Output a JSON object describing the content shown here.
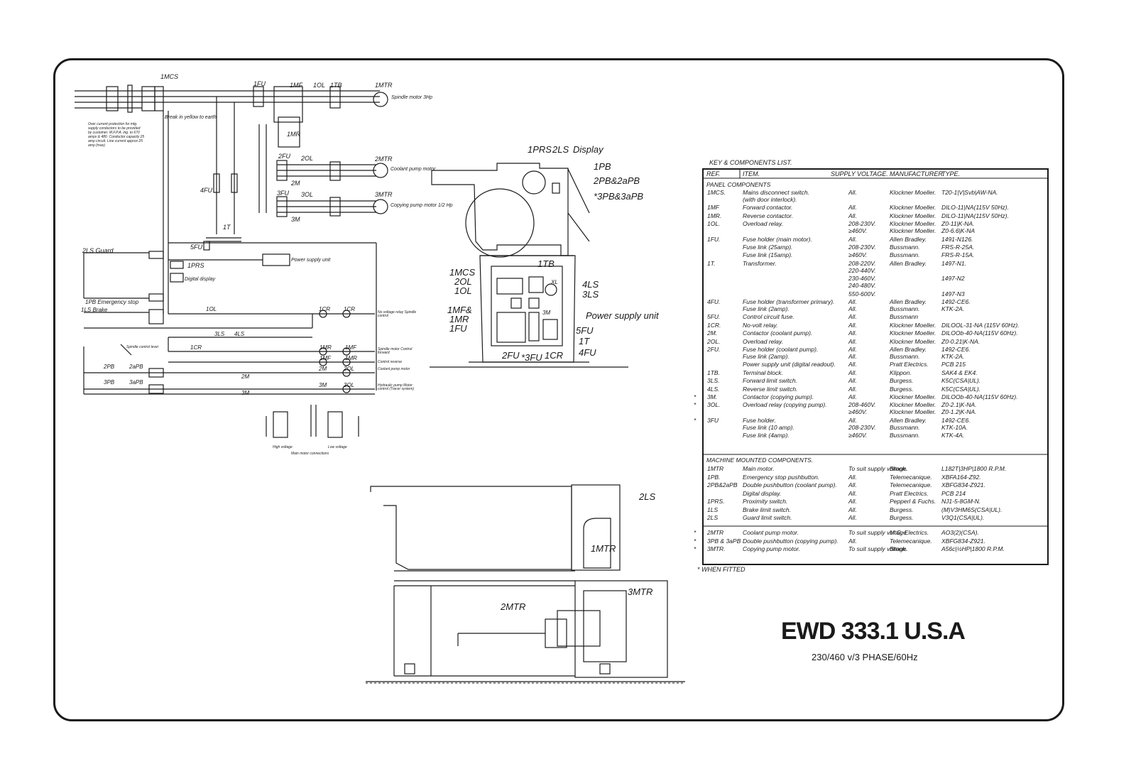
{
  "title_block": {
    "model": "EWD 333.1 U.S.A",
    "spec": "230/460 v/3 PHASE/60Hz"
  },
  "components_list": {
    "title": "KEY & COMPONENTS LIST.",
    "headers": [
      "REF.",
      "ITEM.",
      "SUPPLY VOLTAGE.",
      "MANUFACTURER.",
      "TYPE."
    ],
    "panel_heading": "PANEL COMPONENTS",
    "panel_rows": [
      {
        "star": "",
        "ref": "1MCS.",
        "item": "Mains disconnect switch.",
        "item2": "(with door interlock).",
        "volt": "All.",
        "volt2": "",
        "mfr": "Klockner Moeller.",
        "mfr2": "",
        "type": "T20-1|V|Svb|AW-NA.",
        "type2": ""
      },
      {
        "star": "",
        "ref": "1MF",
        "item": "Forward contactor.",
        "item2": "",
        "volt": "All.",
        "volt2": "",
        "mfr": "Klockner Moeller.",
        "mfr2": "",
        "type": "DILO-11|NA(115V 50Hz).",
        "type2": ""
      },
      {
        "star": "",
        "ref": "1MR.",
        "item": "Reverse contactor.",
        "item2": "",
        "volt": "All.",
        "volt2": "",
        "mfr": "Klockner Moeller.",
        "mfr2": "",
        "type": "DILO-11|NA(115V 50Hz).",
        "type2": ""
      },
      {
        "star": "",
        "ref": "1OL.",
        "item": "Overload relay.",
        "item2": "",
        "volt": "208-230V.",
        "volt2": "≥460V.",
        "mfr": "Klockner Moeller.",
        "mfr2": "Klockner Moeller.",
        "type": "Z0-11|K-NA.",
        "type2": "Z0-6.6|K-NA"
      },
      {
        "star": "",
        "ref": "1FU.",
        "item": "Fuse holder (main motor).",
        "item2": "",
        "volt": "All.",
        "volt2": "",
        "mfr": "Allen Bradley.",
        "mfr2": "",
        "type": "1491-N126.",
        "type2": ""
      },
      {
        "star": "",
        "ref": "",
        "item": "Fuse link (25amp).",
        "item2": "",
        "volt": "208-230V.",
        "volt2": "",
        "mfr": "Bussmann.",
        "mfr2": "",
        "type": "FRS-R-25A.",
        "type2": ""
      },
      {
        "star": "",
        "ref": "",
        "item": "Fuse link (15amp).",
        "item2": "",
        "volt": "≥460V.",
        "volt2": "",
        "mfr": "Bussmann.",
        "mfr2": "",
        "type": "FRS-R-15A.",
        "type2": ""
      },
      {
        "star": "",
        "ref": "1T.",
        "item": "Transformer.",
        "item2": "",
        "volt": "208-220V.",
        "volt2": "220-440V.",
        "mfr": "Allen Bradley.",
        "mfr2": "",
        "type": "1497-N1.",
        "type2": ""
      },
      {
        "star": "",
        "ref": "",
        "item": "",
        "item2": "",
        "volt": "230-460V.",
        "volt2": "240-480V.",
        "mfr": "",
        "mfr2": "",
        "type": "1497-N2",
        "type2": ""
      },
      {
        "star": "",
        "ref": "",
        "item": "",
        "item2": "",
        "volt": "550-600V.",
        "volt2": "",
        "mfr": "",
        "mfr2": "",
        "type": "1497-N3",
        "type2": ""
      },
      {
        "star": "",
        "ref": "4FU.",
        "item": "Fuse holder (transformer primary).",
        "item2": "Fuse link (2amp).",
        "volt": "All.",
        "volt2": "All.",
        "mfr": "Allen Bradley.",
        "mfr2": "Bussmann.",
        "type": "1492-CE6.",
        "type2": "KTK-2A."
      },
      {
        "star": "",
        "ref": "5FU.",
        "item": "Control circuit fuse.",
        "item2": "",
        "volt": "All.",
        "volt2": "",
        "mfr": "Bussmann",
        "mfr2": "",
        "type": "",
        "type2": ""
      },
      {
        "star": "",
        "ref": "1CR.",
        "item": "No-volt relay.",
        "item2": "",
        "volt": "All.",
        "volt2": "",
        "mfr": "Klockner Moeller.",
        "mfr2": "",
        "type": "DILOOL-31-NA (115V 60Hz).",
        "type2": ""
      },
      {
        "star": "",
        "ref": "2M.",
        "item": "Contactor (coolant pump).",
        "item2": "",
        "volt": "All.",
        "volt2": "",
        "mfr": "Klockner Moeller.",
        "mfr2": "",
        "type": "DILOOb-40-NA(115V 60Hz).",
        "type2": ""
      },
      {
        "star": "",
        "ref": "2OL.",
        "item": "Overload relay.",
        "item2": "",
        "volt": "All.",
        "volt2": "",
        "mfr": "Klockner Moeller.",
        "mfr2": "",
        "type": "Z0-0.21|K-NA.",
        "type2": ""
      },
      {
        "star": "",
        "ref": "2FU.",
        "item": "Fuse holder (coolant pump).",
        "item2": "Fuse link (2amp).",
        "volt": "All.",
        "volt2": "All.",
        "mfr": "Allen Bradley.",
        "mfr2": "Bussmann.",
        "type": "1492-CE6.",
        "type2": "KTK-2A."
      },
      {
        "star": "",
        "ref": "",
        "item": "Power supply unit (digital readout).",
        "item2": "",
        "volt": "All.",
        "volt2": "",
        "mfr": "Pratt Electrics.",
        "mfr2": "",
        "type": "PCB 215",
        "type2": ""
      },
      {
        "star": "",
        "ref": "1TB.",
        "item": "Terminal block.",
        "item2": "",
        "volt": "All.",
        "volt2": "",
        "mfr": "Klippon.",
        "mfr2": "",
        "type": "SAK4 & EK4.",
        "type2": ""
      },
      {
        "star": "",
        "ref": "3LS.",
        "item": "Forward limit switch.",
        "item2": "",
        "volt": "All.",
        "volt2": "",
        "mfr": "Burgess.",
        "mfr2": "",
        "type": "K5C(CSA|UL).",
        "type2": ""
      },
      {
        "star": "",
        "ref": "4LS.",
        "item": "Reverse limit switch.",
        "item2": "",
        "volt": "All.",
        "volt2": "",
        "mfr": "Burgess.",
        "mfr2": "",
        "type": "K5C(CSA|UL).",
        "type2": ""
      },
      {
        "star": "*",
        "ref": "3M.",
        "item": "Contactor (copying pump).",
        "item2": "",
        "volt": "All.",
        "volt2": "",
        "mfr": "Klockner Moeller.",
        "mfr2": "",
        "type": "DILOOb-40-NA(115V 60Hz).",
        "type2": ""
      },
      {
        "star": "*",
        "ref": "3OL.",
        "item": "Overload relay (copying pump).",
        "item2": "",
        "volt": "208-460V.",
        "volt2": "≥460V.",
        "mfr": "Klockner Moeller.",
        "mfr2": "Klockner Moeller.",
        "type": "Z0-2.1|K-NA.",
        "type2": "Z0-1.2|K-NA."
      },
      {
        "star": "*",
        "ref": "3FU",
        "item": "Fuse holder.",
        "item2": "Fuse link (10 amp).",
        "volt": "All.",
        "volt2": "208-230V.",
        "mfr": "Allen Bradley.",
        "mfr2": "Bussmann.",
        "type": "1492-CE6.",
        "type2": "KTK-10A."
      },
      {
        "star": "",
        "ref": "",
        "item": "Fuse link (4amp).",
        "item2": "",
        "volt": "≥460V.",
        "volt2": "",
        "mfr": "Bussmann.",
        "mfr2": "",
        "type": "KTK-4A.",
        "type2": ""
      }
    ],
    "machine_heading": "MACHINE MOUNTED COMPONENTS.",
    "machine_rows": [
      {
        "star": "",
        "ref": "1MTR",
        "item": "Main motor.",
        "volt": "To suit supply voltage.",
        "mfr": "Brook.",
        "type": "L182T|3HP|1800 R.P.M."
      },
      {
        "star": "",
        "ref": "1PB.",
        "item": "Emergency stop pushbutton.",
        "volt": "All.",
        "mfr": "Telemecanique.",
        "type": "XBFA164-Z92."
      },
      {
        "star": "",
        "ref": "2PB&2aPB",
        "item": "Double pushbutton (coolant pump).",
        "volt": "All.",
        "mfr": "Telemecanique.",
        "type": "XBFG834-Z921."
      },
      {
        "star": "",
        "ref": "",
        "item": "Digital display.",
        "volt": "All.",
        "mfr": "Pratt Electrics.",
        "type": "PCB 214"
      },
      {
        "star": "",
        "ref": "1PRS.",
        "item": "Proximity switch.",
        "volt": "All.",
        "mfr": "Pepperl & Fuchs.",
        "type": "NJ1-5-8GM-N."
      },
      {
        "star": "",
        "ref": "1LS",
        "item": "Brake limit switch.",
        "volt": "All.",
        "mfr": "Burgess.",
        "type": "(M)V3HM6S(CSA|UL)."
      },
      {
        "star": "",
        "ref": "2LS",
        "item": "Guard limit switch.",
        "volt": "All.",
        "mfr": "Burgess.",
        "type": "V3Q1(CSA|UL)."
      }
    ],
    "fitted_rows": [
      {
        "star": "*",
        "ref": "2MTR",
        "item": "Coolant pump motor.",
        "volt": "To suit supply voltage.",
        "mfr": "M.G. Electrics.",
        "type": "AO3(2)(CSA)."
      },
      {
        "star": "*",
        "ref": "3PB & 3aPB",
        "item": "Double pushbutton (copying pump).",
        "volt": "All.",
        "mfr": "Telemecanique.",
        "type": "XBFG834-Z921."
      },
      {
        "star": "*",
        "ref": "3MTR.",
        "item": "Copying pump motor.",
        "volt": "To suit supply voltage.",
        "mfr": "Brook.",
        "type": "A56c|½HP|1800 R.P.M."
      }
    ],
    "note": "*  WHEN FITTED"
  },
  "schematic": {
    "labels": {
      "mcs": "1MCS",
      "fu1": "1FU",
      "mf": "1MF",
      "ol1": "1OL",
      "tb1": "1TB",
      "mtr1": "1MTR",
      "mtr1_note": "Spindle motor 3Hp",
      "fu2": "2FU",
      "ol2": "2OL",
      "m2": "2M",
      "mtr2": "2MTR",
      "mtr2_note": "Coolant pump motor",
      "fu3": "3FU",
      "ol3": "3OL",
      "m3": "3M",
      "mtr3": "3MTR",
      "mtr3_note": "Copying pump motor 1/2 Hp",
      "mr": "1MR",
      "fu4": "4FU",
      "t1": "1T",
      "fu5": "5FU",
      "prs": "1PRS",
      "psu": "Power supply unit",
      "display": "Digital display",
      "ls2": "2LS Guard",
      "pb1": "1PB Emergency stop",
      "ls1": "1LS Brake",
      "ol1b": "1OL",
      "cr1a": "1CR",
      "cr1b": "1CR",
      "novolt": "No voltage relay Spindle control",
      "ls3": "3LS",
      "ls4": "4LS",
      "lever": "Spindle control lever",
      "cr1c": "1CR",
      "mr_a": "1MR",
      "mf_a": "1MF",
      "mf_b": "1MF",
      "mr_b": "1MR",
      "fwd": "Spindle motor Control forward",
      "rev": "Control reverse",
      "pb2": "2PB",
      "apb2": "2aPB",
      "pb3": "3PB",
      "apb3": "3aPB",
      "m2a": "2M",
      "ol2b": "2OL",
      "m2b": "2M",
      "coolant": "Coolant pump motor",
      "m3a": "3M",
      "ol3b": "3OL",
      "m3b": "3M",
      "hyd": "Hydraulic pump Motor control (Tracer system)",
      "hv": "High voltage",
      "lv": "Low voltage",
      "conn": "Main motor connections",
      "brake": "Break in yellow to earth",
      "overcurrent": "Over current protection for mtg. supply conductors to be provided by customer. M.F.P.A. ing. to 670 amps & 480. Conductor capacity 25 amp circuit. Line current approx 25 amp (max)"
    }
  },
  "front_view": {
    "labels": {
      "prs": "1PRS",
      "ls2": "2LS",
      "display": "Display",
      "pb1": "1PB",
      "pb2": "2PB&2aPB",
      "pb3": "*3PB&3aPB",
      "tb": "1TB",
      "mcs": "1MCS",
      "ol2": "2OL",
      "ol1": "1OL",
      "xl": "XL",
      "ls4": "4LS",
      "ls3": "3LS",
      "mf": "1MF&",
      "mr": "1MR",
      "fu1": "1FU",
      "m3": "3M",
      "psu": "Power supply unit",
      "fu5": "5FU",
      "t1": "1T",
      "fu4": "4FU",
      "fu2": "2FU",
      "fu3": "*3FU",
      "cr1": "1CR"
    }
  },
  "side_view": {
    "labels": {
      "ls2": "2LS",
      "mtr1": "1MTR",
      "mtr3": "3MTR",
      "mtr2": "2MTR"
    }
  }
}
